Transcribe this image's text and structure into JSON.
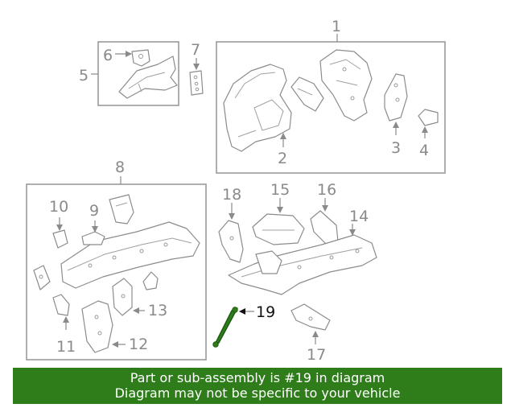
{
  "callouts": {
    "c1": "1",
    "c2": "2",
    "c3": "3",
    "c4": "4",
    "c5": "5",
    "c6": "6",
    "c7": "7",
    "c8": "8",
    "c9": "9",
    "c10": "10",
    "c11": "11",
    "c12": "12",
    "c13": "13",
    "c14": "14",
    "c15": "15",
    "c16": "16",
    "c17": "17",
    "c18": "18",
    "c19": "19"
  },
  "highlighted_part": "19",
  "highlight_color": "#2e7d1a",
  "banner": {
    "line1": "Part or sub-assembly is #19 in diagram",
    "line2": "Diagram may not be specific to your vehicle"
  }
}
